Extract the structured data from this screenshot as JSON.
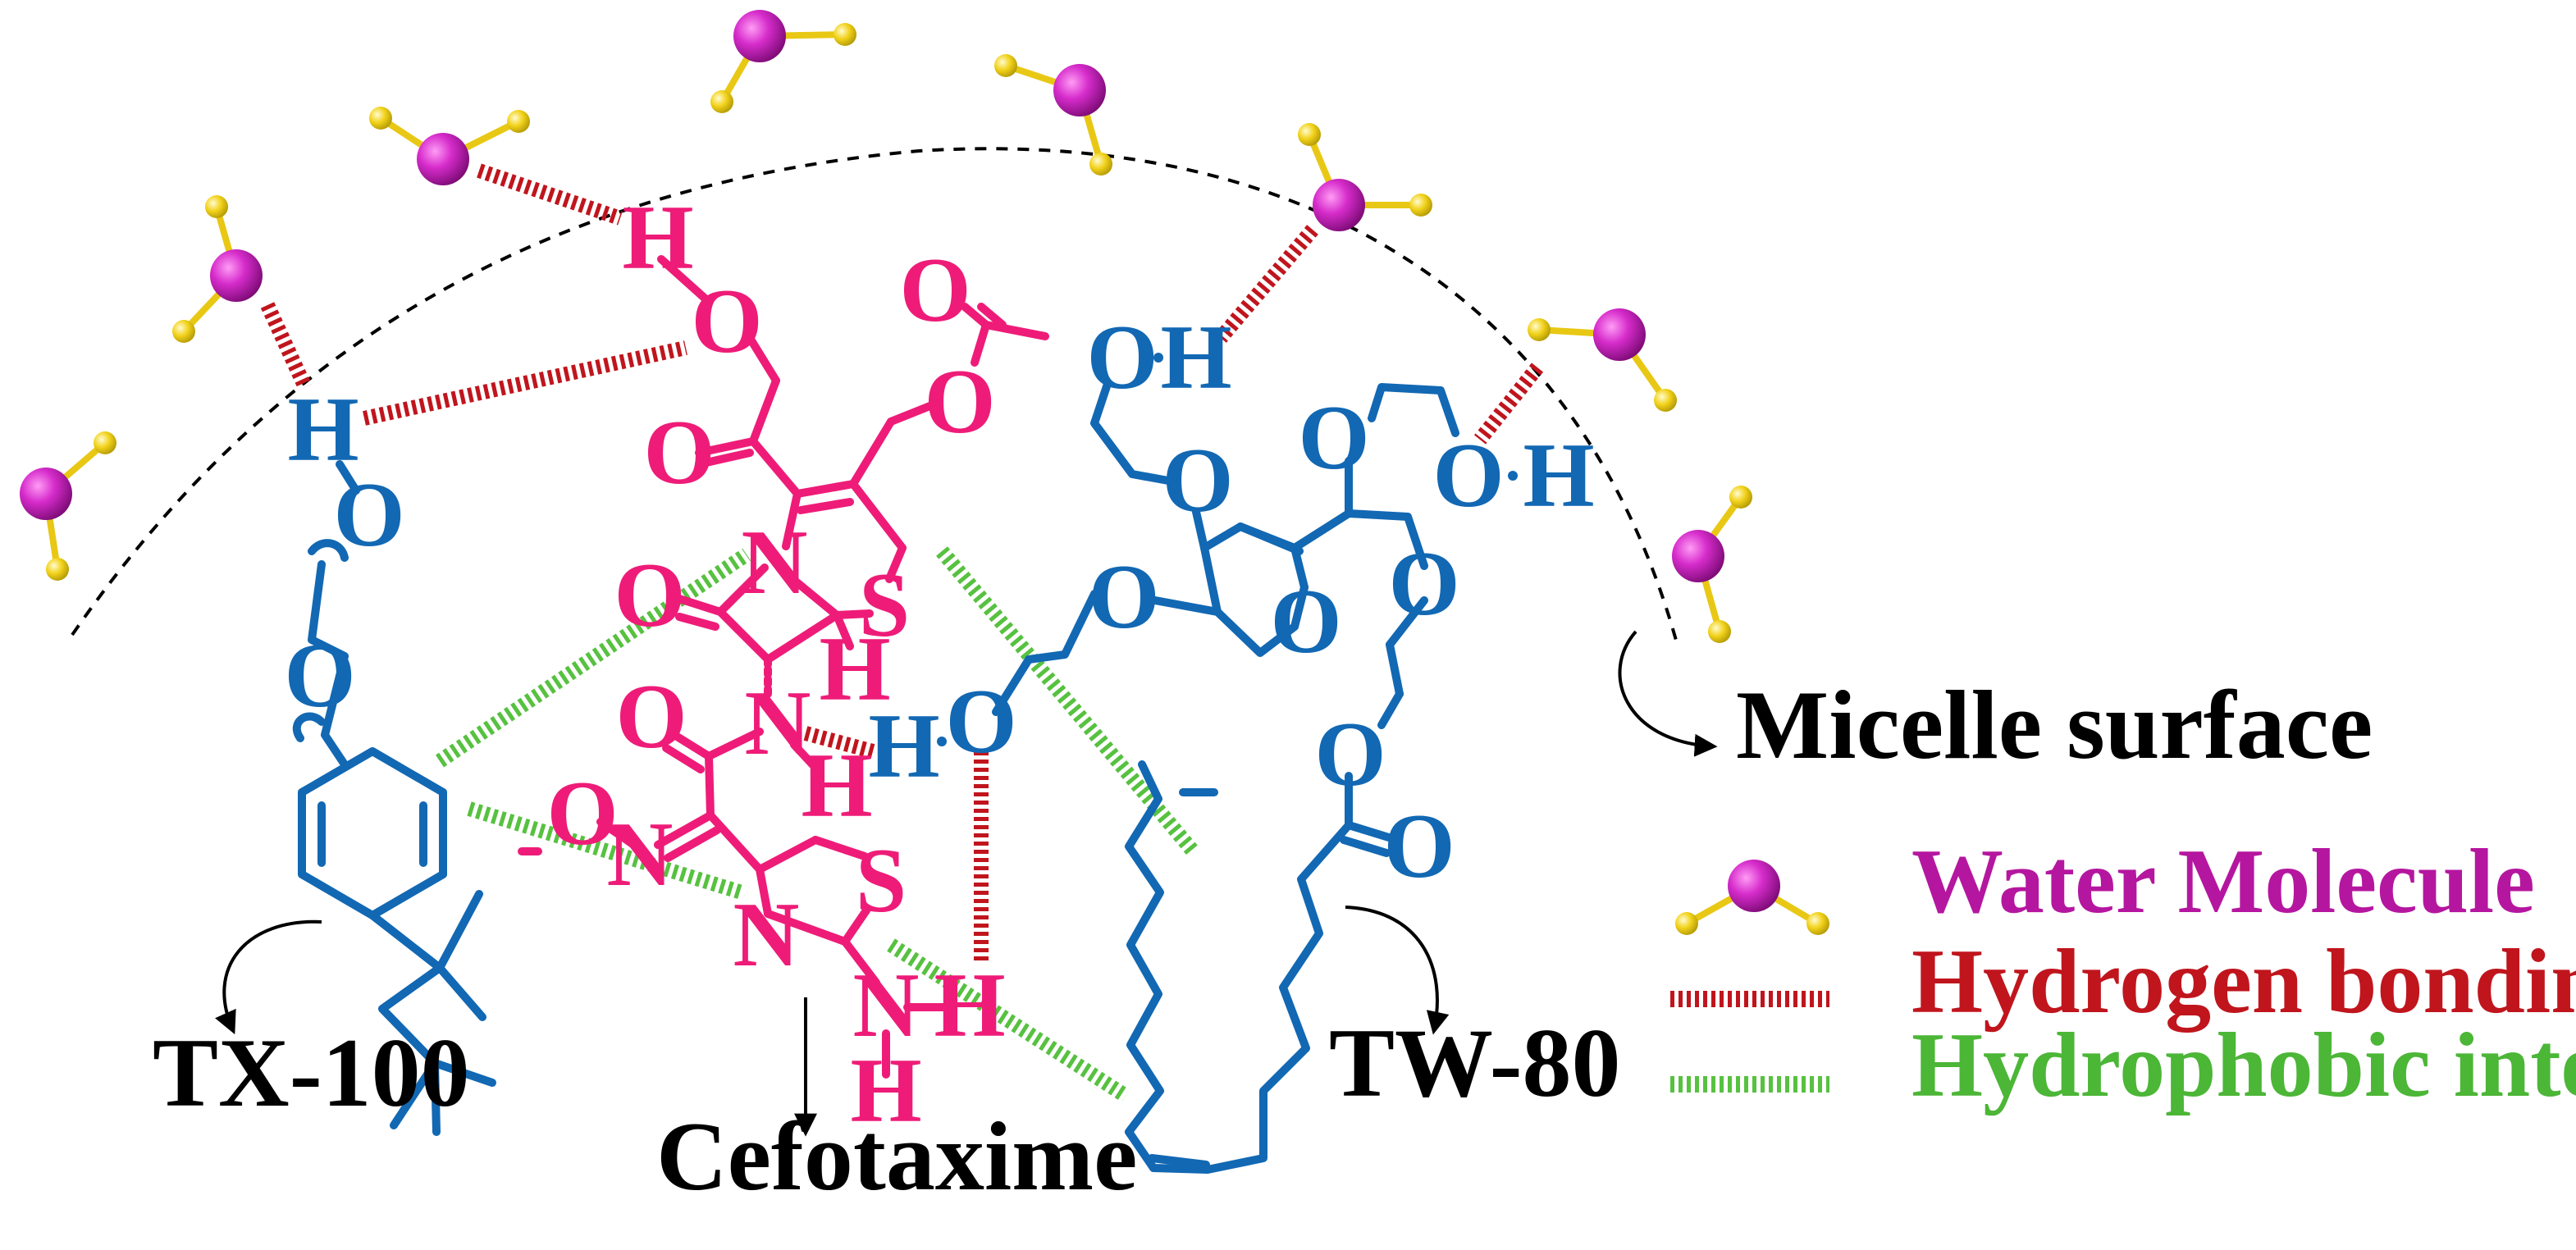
{
  "colors": {
    "cefotaxime": "#ee1c78",
    "surfactant": "#1268b3",
    "hbond": "#c0151d",
    "hydrophobic": "#57c140",
    "water_oxygen": "#c21fb8",
    "water_hydrogen": "#f2d21a",
    "legend_water_text": "#b5169f",
    "legend_hbond_text": "#c0151d",
    "legend_hydrophobic_text": "#4cb637"
  },
  "labels": {
    "micelle_surface": "Micelle surface",
    "tx100": "TX-100",
    "tw80": "TW-80",
    "cefotaxime": "Cefotaxime"
  },
  "legend": {
    "water": "Water Molecule",
    "hbond": "Hydrogen bonding",
    "hydrophobic": "Hydrophobic interactions"
  },
  "atoms": {
    "H": "H",
    "O": "O",
    "N": "N",
    "S": "S"
  },
  "icons": {
    "water": "water-molecule-icon",
    "arrow": "curved-arrow-icon"
  }
}
